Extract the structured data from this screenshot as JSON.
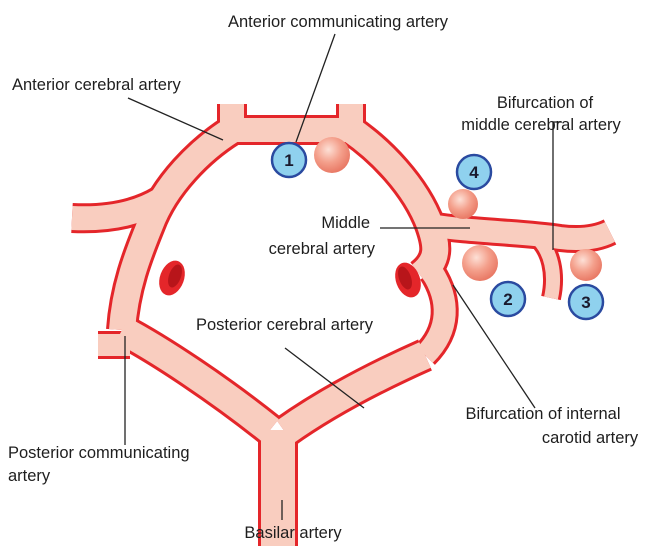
{
  "colors": {
    "vessel_fill": "#f9cdbf",
    "vessel_outline": "#e4262a",
    "aneurysm_fill": "#f28d7a",
    "marker_fill": "#8fd1ee",
    "marker_stroke": "#2a4aa0"
  },
  "labels": {
    "acom": "Anterior communicating artery",
    "aca": "Anterior cerebral artery",
    "mca_bif_1": "Bifurcation of",
    "mca_bif_2": "middle cerebral artery",
    "mca_1": "Middle",
    "mca_2": "cerebral artery",
    "pca": "Posterior cerebral artery",
    "ica_bif_1": "Bifurcation of internal",
    "ica_bif_2": "carotid artery",
    "pcom_1": "Posterior communicating",
    "pcom_2": "artery",
    "basilar": "Basilar artery"
  },
  "markers": [
    "1",
    "2",
    "3",
    "4"
  ]
}
